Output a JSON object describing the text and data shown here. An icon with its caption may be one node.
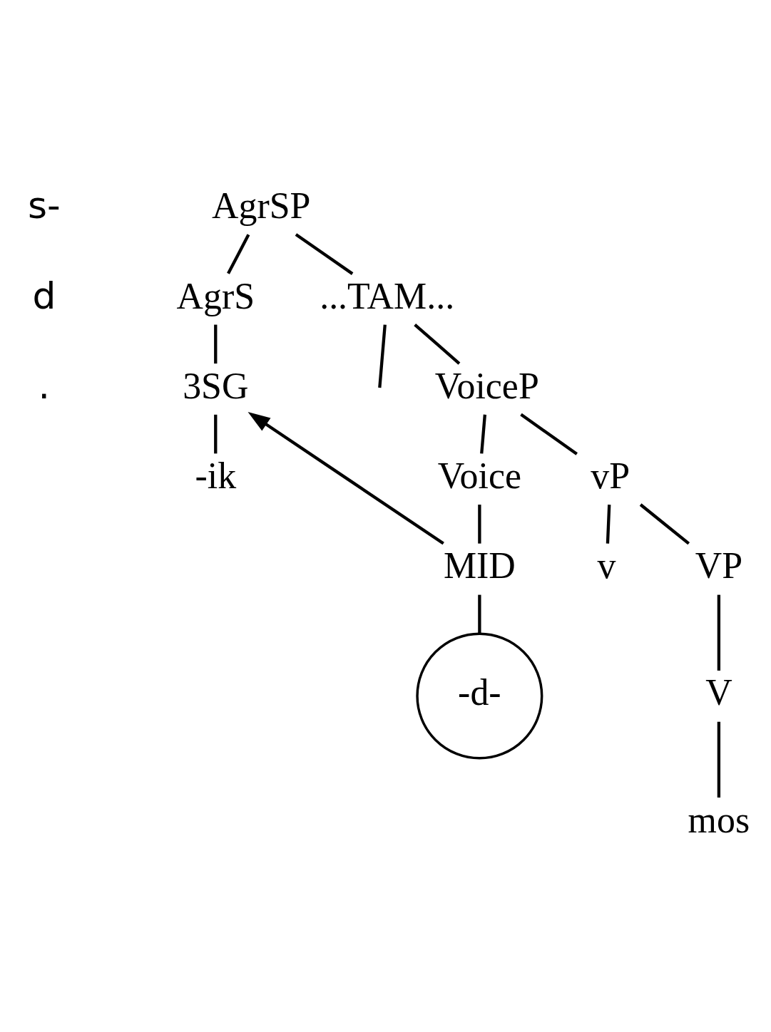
{
  "diagram": {
    "nodes": [
      {
        "text": [
          "AgrSP"
        ]
      },
      {
        "text": [
          "AgrS"
        ]
      },
      {
        "text": [
          "...TAM..."
        ]
      },
      {
        "text": [
          "3SG"
        ]
      },
      {
        "text": [
          "VoiceP"
        ]
      },
      {
        "text": [
          "-ik"
        ]
      },
      {
        "text": [
          "Voice"
        ]
      },
      {
        "text": [
          "vP"
        ]
      },
      {
        "text": [
          "MID"
        ]
      },
      {
        "text": [
          "v"
        ]
      },
      {
        "text": [
          "VP"
        ]
      },
      {
        "text": [
          "-d-"
        ]
      },
      {
        "text": [
          "V"
        ]
      },
      {
        "text": [
          "mos"
        ]
      }
    ],
    "edges": [
      {
        "from": 0,
        "to": 1,
        "arrow": "none"
      },
      {
        "from": 0,
        "to": 2,
        "arrow": "none"
      },
      {
        "from": 1,
        "to": 3,
        "arrow": "none"
      },
      {
        "from": 2,
        "to": null,
        "arrow": "none"
      },
      {
        "from": 2,
        "to": 4,
        "arrow": "none"
      },
      {
        "from": 3,
        "to": 5,
        "arrow": "none"
      },
      {
        "from": 4,
        "to": 6,
        "arrow": "none"
      },
      {
        "from": 4,
        "to": 7,
        "arrow": "none"
      },
      {
        "from": 6,
        "to": 8,
        "arrow": "none"
      },
      {
        "from": 7,
        "to": 9,
        "arrow": "none"
      },
      {
        "from": 7,
        "to": 10,
        "arrow": "none"
      },
      {
        "from": 8,
        "to": 11,
        "arrow": "none"
      },
      {
        "from": 10,
        "to": 12,
        "arrow": "none"
      },
      {
        "from": 12,
        "to": 13,
        "arrow": "none"
      },
      {
        "from": 8,
        "to": 3,
        "arrow": "to"
      }
    ],
    "labels": [
      "s-",
      "d",
      "."
    ]
  }
}
